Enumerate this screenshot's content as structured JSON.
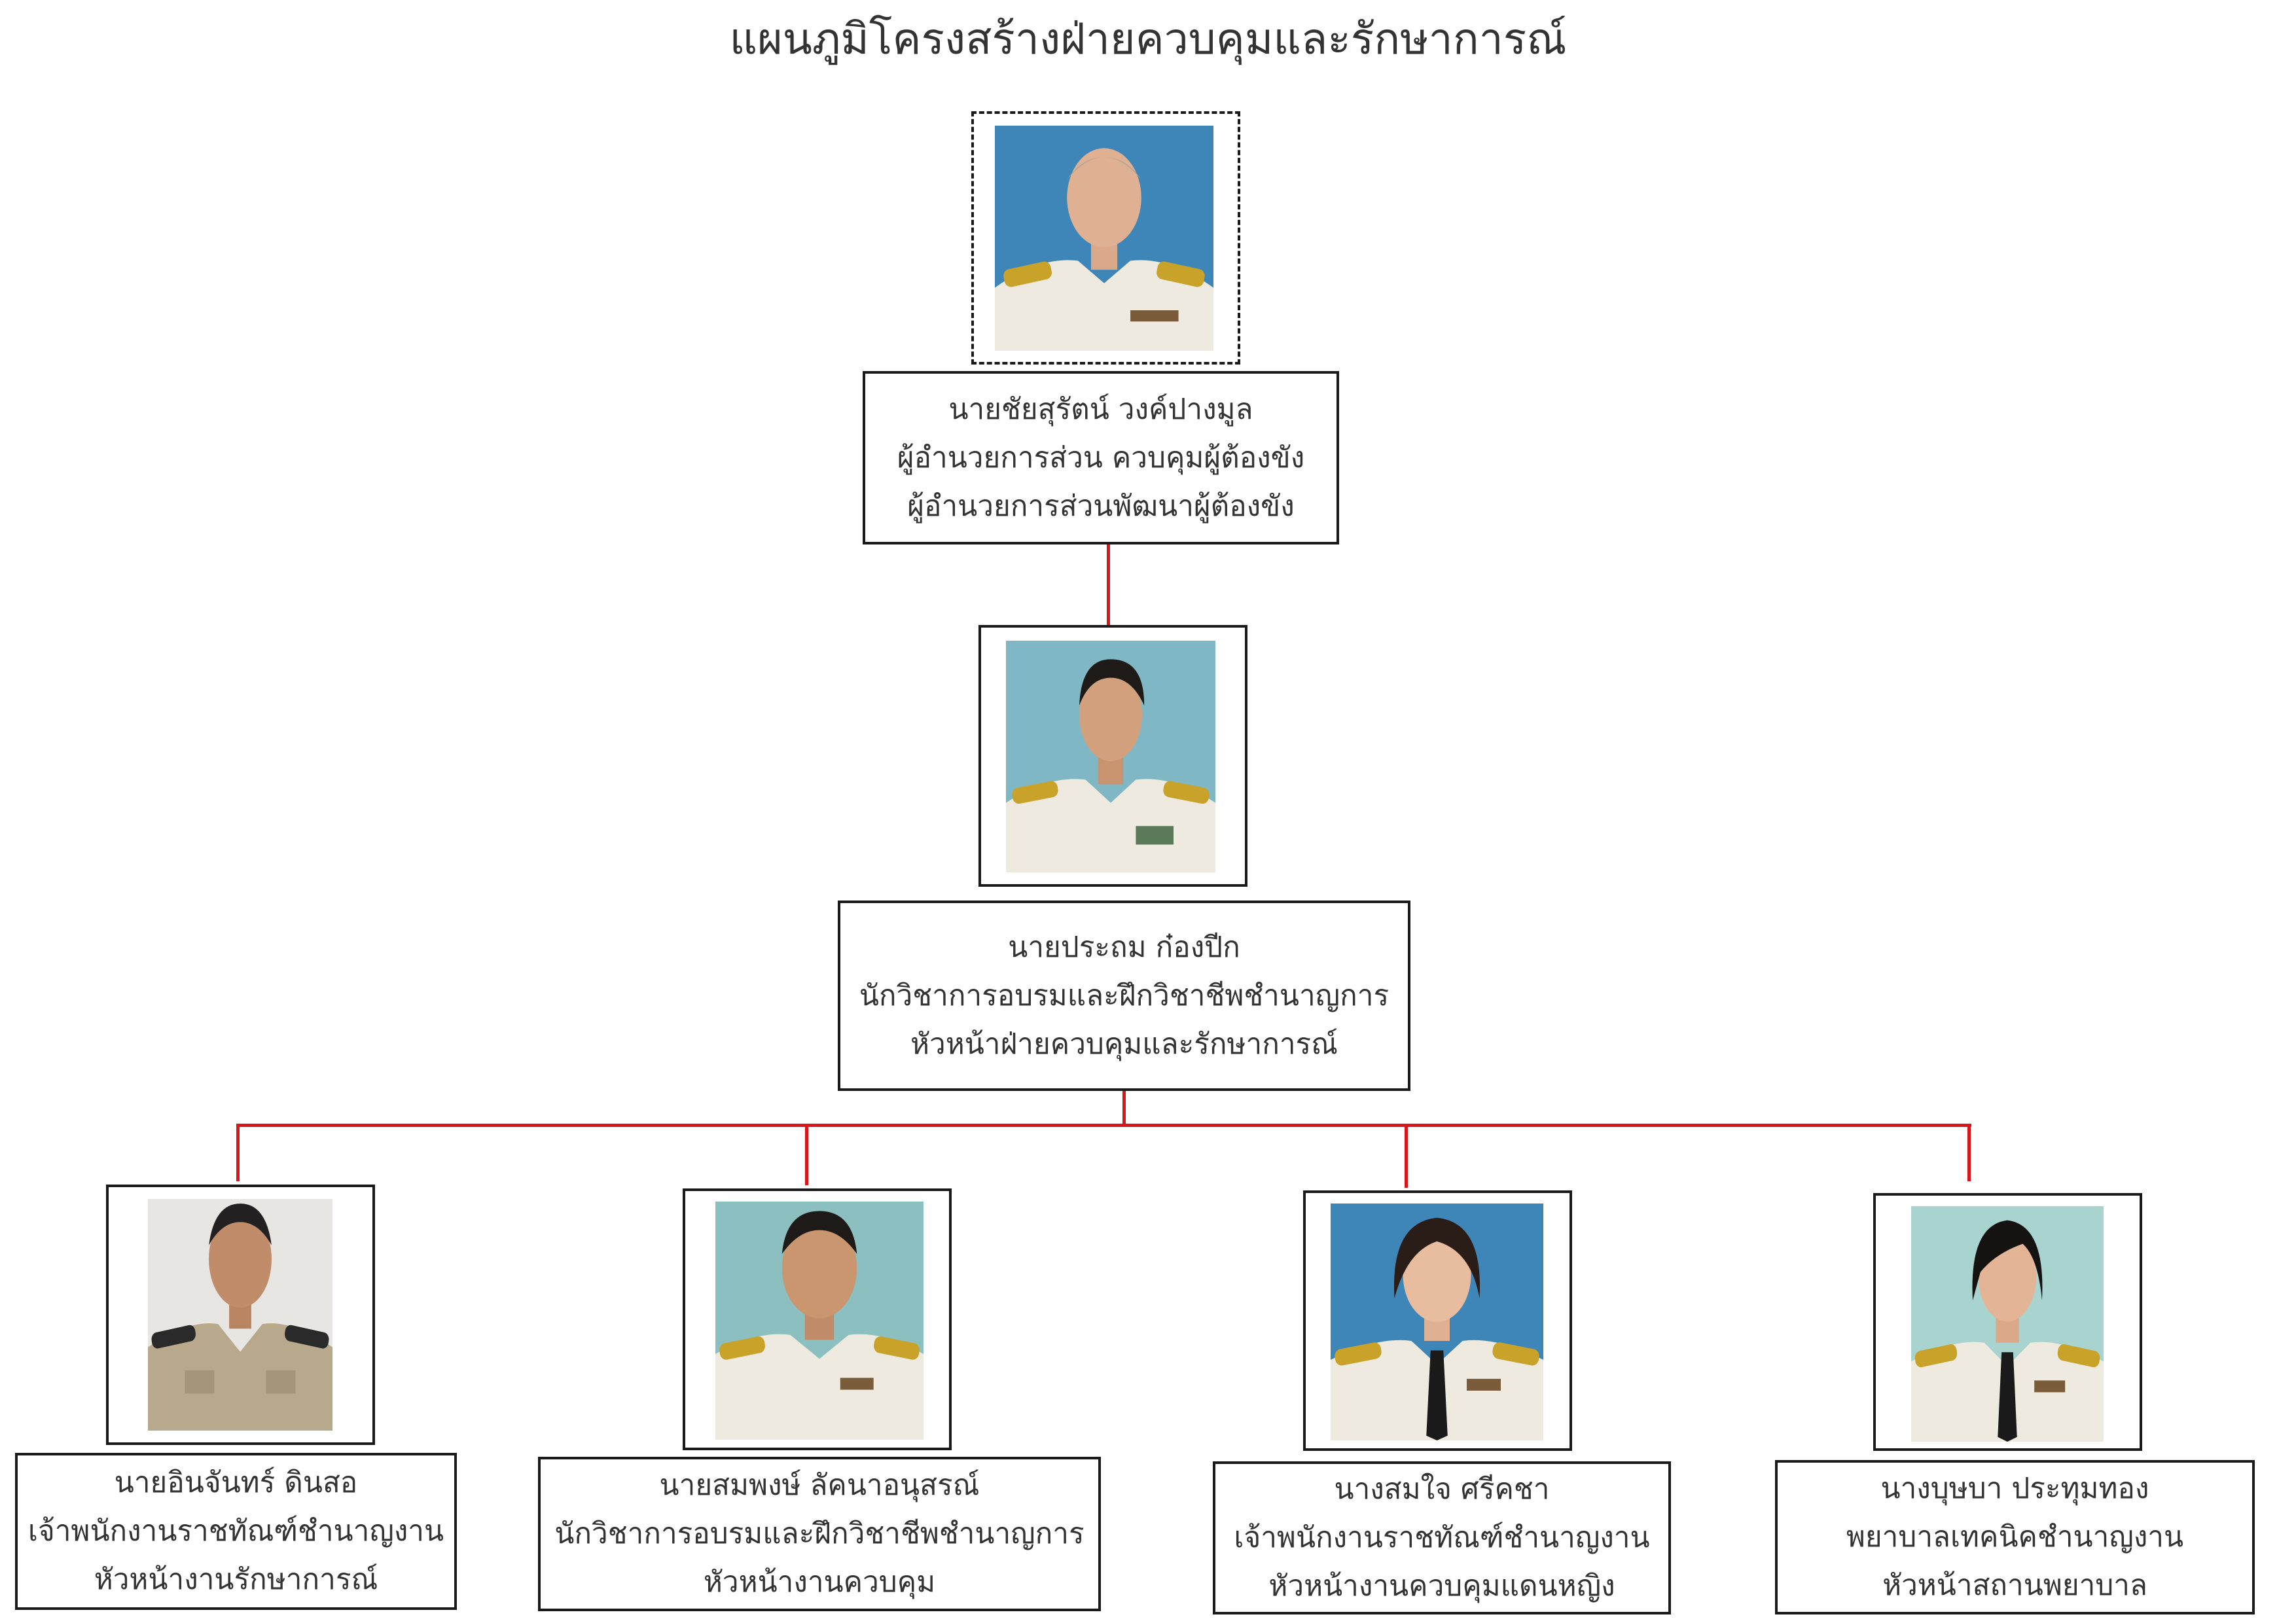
{
  "title": "แผนภูมิโครงสร้างฝ่ายควบคุมและรักษาการณ์",
  "colors": {
    "connector": "#d9161c",
    "border": "#1a1a1a",
    "photo_bg_blue": "#3f86b8",
    "photo_bg_teal": "#7fb8c4",
    "uniform_white": "#eeeae0",
    "uniform_khaki": "#b8a98c"
  },
  "top": {
    "photo": "portrait-uniform-white",
    "lines": [
      "นายชัยสุรัตน์  วงค์ปางมูล",
      "ผู้อำนวยการส่วน ควบคุมผู้ต้องขัง",
      "ผู้อำนวยการส่วนพัฒนาผู้ต้องขัง"
    ]
  },
  "middle": {
    "photo": "portrait-uniform-white",
    "lines": [
      "นายประถม  ก๋องปีก",
      "นักวิชาการอบรมและฝึกวิชาชีพชำนาญการ",
      "หัวหน้าฝ่ายควบคุมและรักษาการณ์"
    ]
  },
  "staff": [
    {
      "photo": "portrait-uniform-khaki",
      "lines": [
        "นายอินจันทร์  ดินสอ",
        "เจ้าพนักงานราชทัณฑ์ชำนาญงาน",
        "หัวหน้างานรักษาการณ์"
      ]
    },
    {
      "photo": "portrait-uniform-white",
      "lines": [
        "นายสมพงษ์  ลัคนาอนุสรณ์",
        "นักวิชาการอบรมและฝึกวิชาชีพชำนาญการ",
        "หัวหน้างานควบคุม"
      ]
    },
    {
      "photo": "portrait-uniform-white-female",
      "lines": [
        "นางสมใจ  ศรีคชา",
        "เจ้าพนักงานราชทัณฑ์ชำนาญงาน",
        "หัวหน้างานควบคุมแดนหญิง"
      ]
    },
    {
      "photo": "portrait-uniform-white-female",
      "lines": [
        "นางบุษบา  ประทุมทอง",
        "พยาบาลเทคนิคชำนาญงาน",
        "หัวหน้าสถานพยาบาล"
      ]
    }
  ]
}
